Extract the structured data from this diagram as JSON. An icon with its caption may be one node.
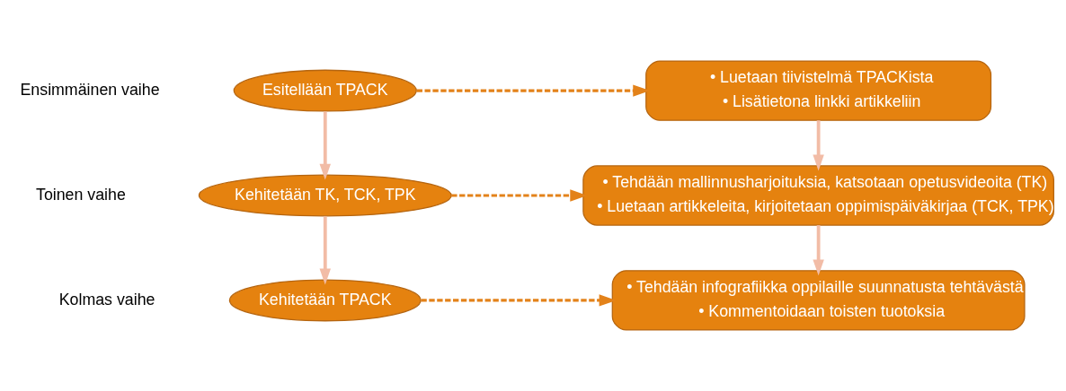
{
  "diagram": {
    "nodes": [
      {
        "text": [
          "Esitellään TPACK"
        ]
      },
      {
        "text": [
          "• Luetaan tiivistelmä TPACKista",
          "• Lisätietona linkki artikkeliin"
        ]
      },
      {
        "text": [
          "Kehitetään TK, TCK, TPK"
        ]
      },
      {
        "text": [
          "• Tehdään mallinnusharjoituksia, katsotaan opetusvideoita (TK)",
          "• Luetaan artikkeleita, kirjoitetaan oppimispäiväkirjaa (TCK, TPK)"
        ]
      },
      {
        "text": [
          "Kehitetään TPACK"
        ]
      },
      {
        "text": [
          "• Tehdään infografiikka oppilaille suunnatusta tehtävästä",
          "• Kommentoidaan toisten tuotoksia"
        ]
      }
    ],
    "edges": [
      {
        "from": 0,
        "to": 1,
        "arrow": "to",
        "style": "dashed",
        "color": "#e3821a"
      },
      {
        "from": 0,
        "to": 2,
        "arrow": "to"
      },
      {
        "from": 1,
        "to": 3,
        "arrow": "to"
      },
      {
        "from": 2,
        "to": 3,
        "arrow": "to",
        "style": "dashed",
        "color": "#e3821a"
      },
      {
        "from": 2,
        "to": 4,
        "arrow": "to"
      },
      {
        "from": 3,
        "to": 5,
        "arrow": "to"
      },
      {
        "from": 4,
        "to": 5,
        "arrow": "to",
        "style": "dashed",
        "color": "#e3821a"
      }
    ],
    "labels": [
      "Ensimmäinen vaihe",
      "Toinen vaihe",
      "Kolmas vaihe"
    ]
  }
}
